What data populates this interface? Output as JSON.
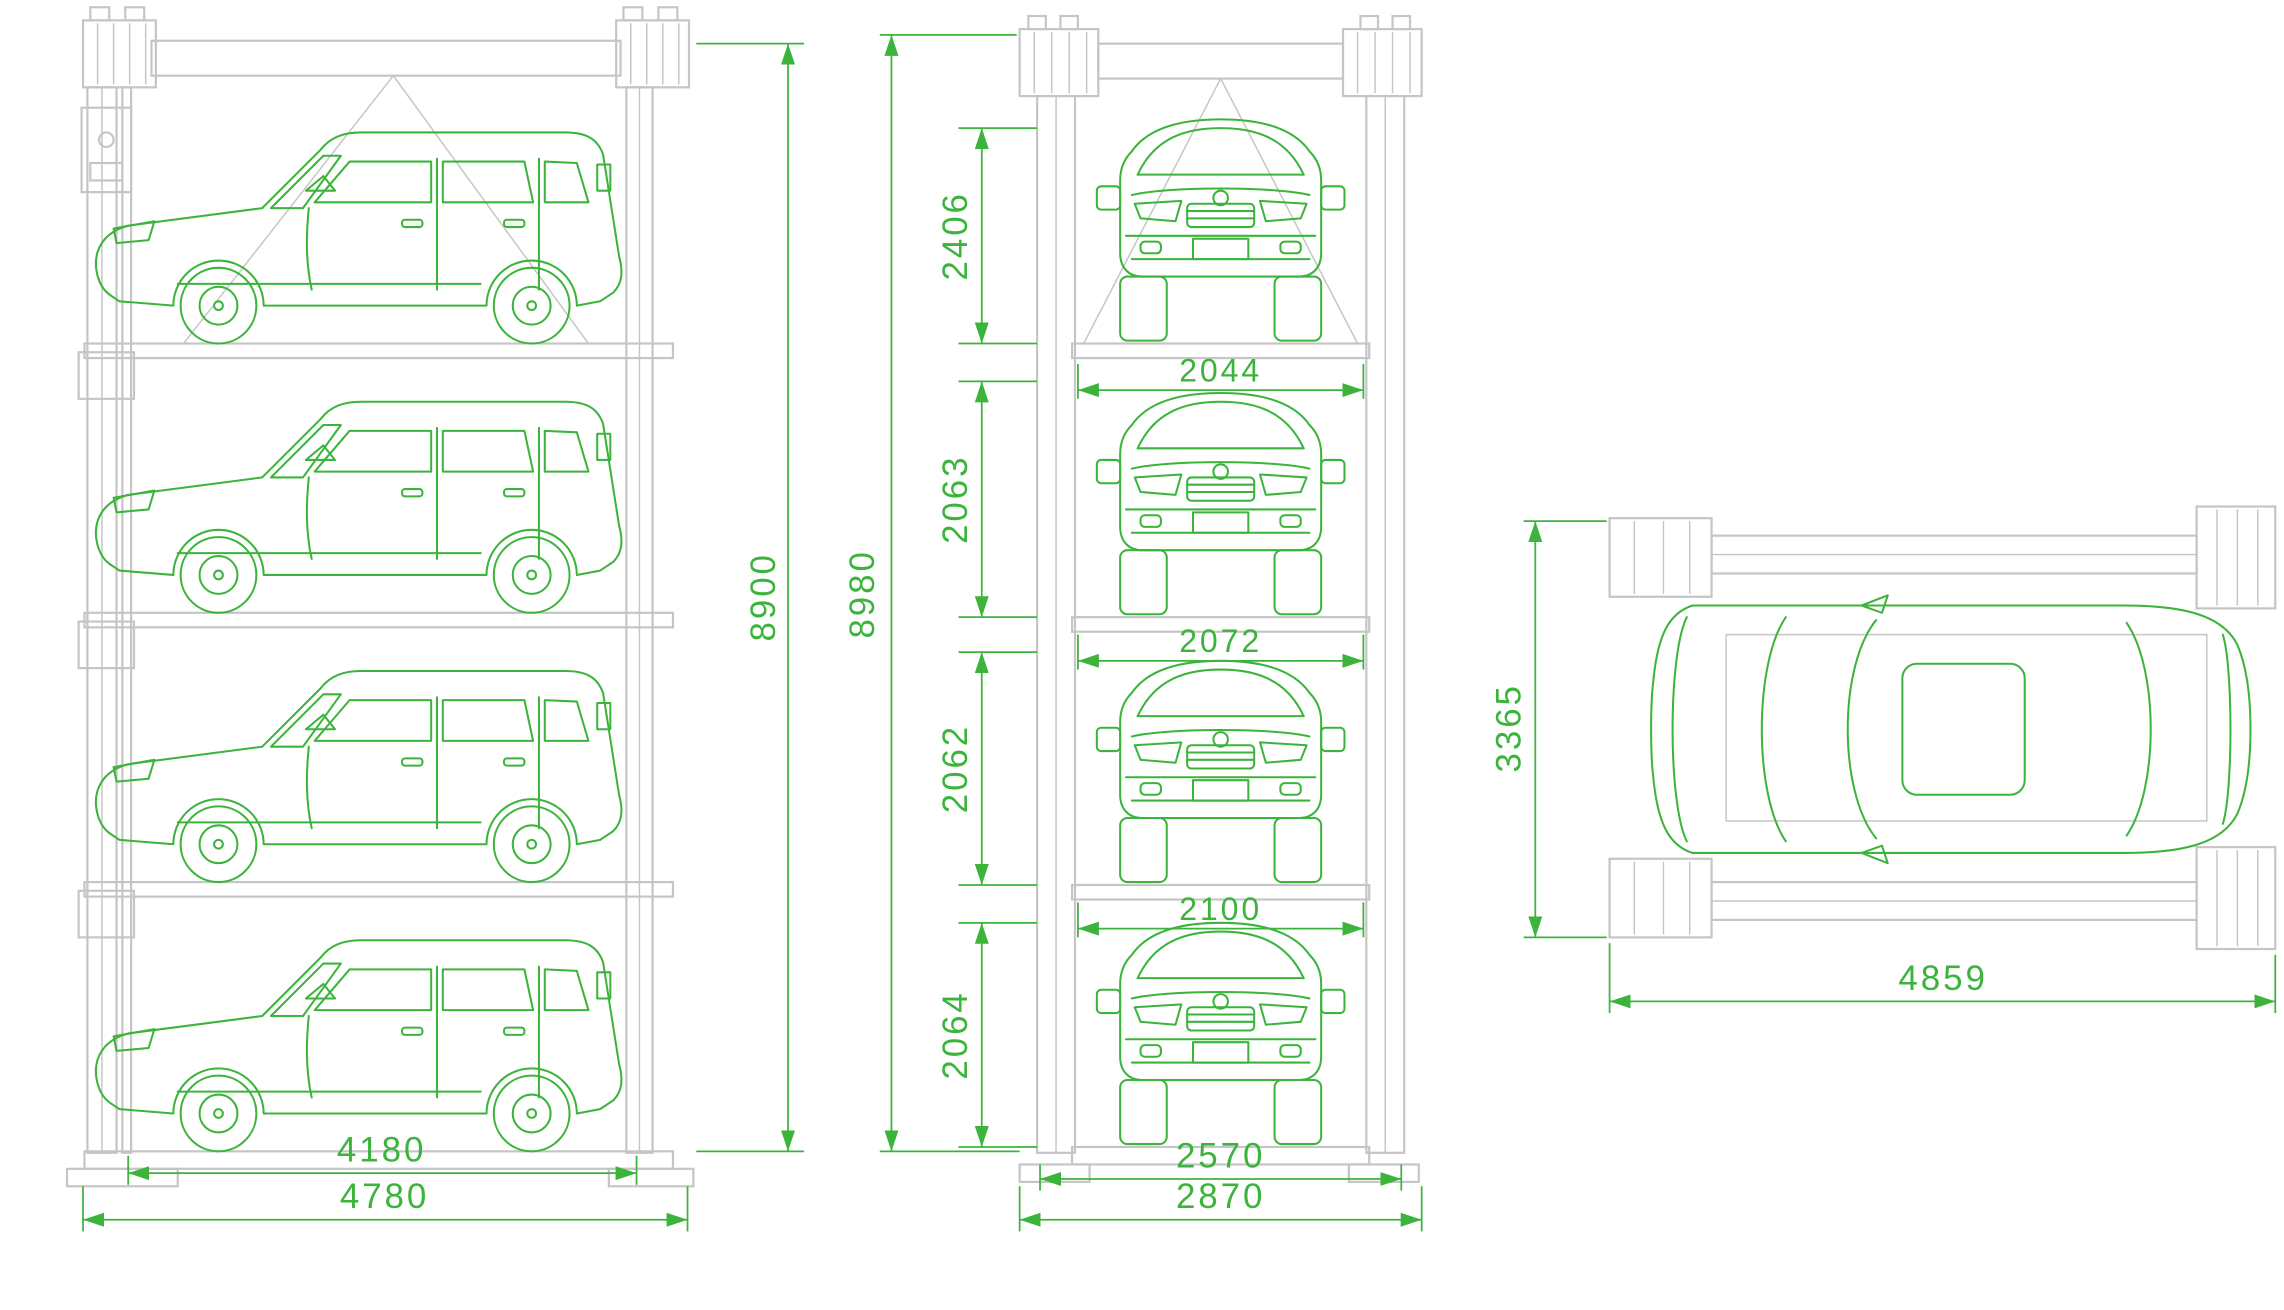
{
  "colors": {
    "drawing_green": "#3cb43c",
    "structure_gray": "#c5c5c5"
  },
  "views": {
    "side": {
      "dims": {
        "overall_height": "8900",
        "platform_length": "4180",
        "overall_length": "4780"
      }
    },
    "front": {
      "dims": {
        "overall_height": "8980",
        "levels": [
          "2406",
          "2063",
          "2062",
          "2064"
        ],
        "widths": [
          "2044",
          "2072",
          "2100"
        ],
        "platform_width": "2570",
        "overall_width": "2870"
      }
    },
    "top": {
      "dims": {
        "overall_depth": "3365",
        "overall_length": "4859"
      }
    }
  }
}
